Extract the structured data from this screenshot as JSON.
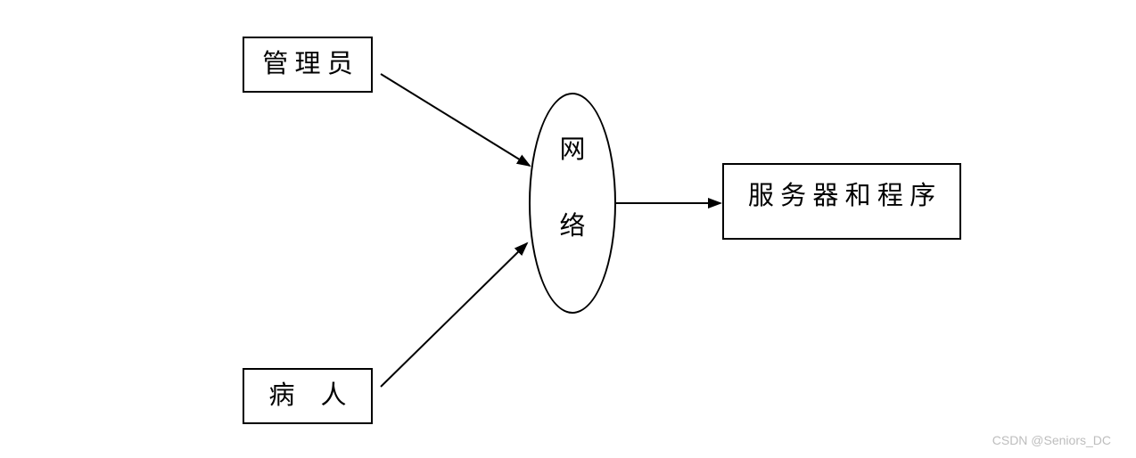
{
  "diagram": {
    "nodes": {
      "admin": {
        "label": "管 理 员"
      },
      "patient": {
        "label": "病    人"
      },
      "network": {
        "line1": "网",
        "line2": "络"
      },
      "server": {
        "label": "服 务 器 和 程 序"
      }
    },
    "edges": [
      {
        "from": "admin",
        "to": "network",
        "direction": "arrow-into-network"
      },
      {
        "from": "patient",
        "to": "network",
        "direction": "arrow-into-network"
      },
      {
        "from": "network",
        "to": "server",
        "direction": "arrow-into-server"
      }
    ],
    "colors": {
      "line": "#000000",
      "background": "#ffffff",
      "watermark": "#bdbdbd"
    }
  },
  "watermark": {
    "text": "CSDN @Seniors_DC"
  }
}
